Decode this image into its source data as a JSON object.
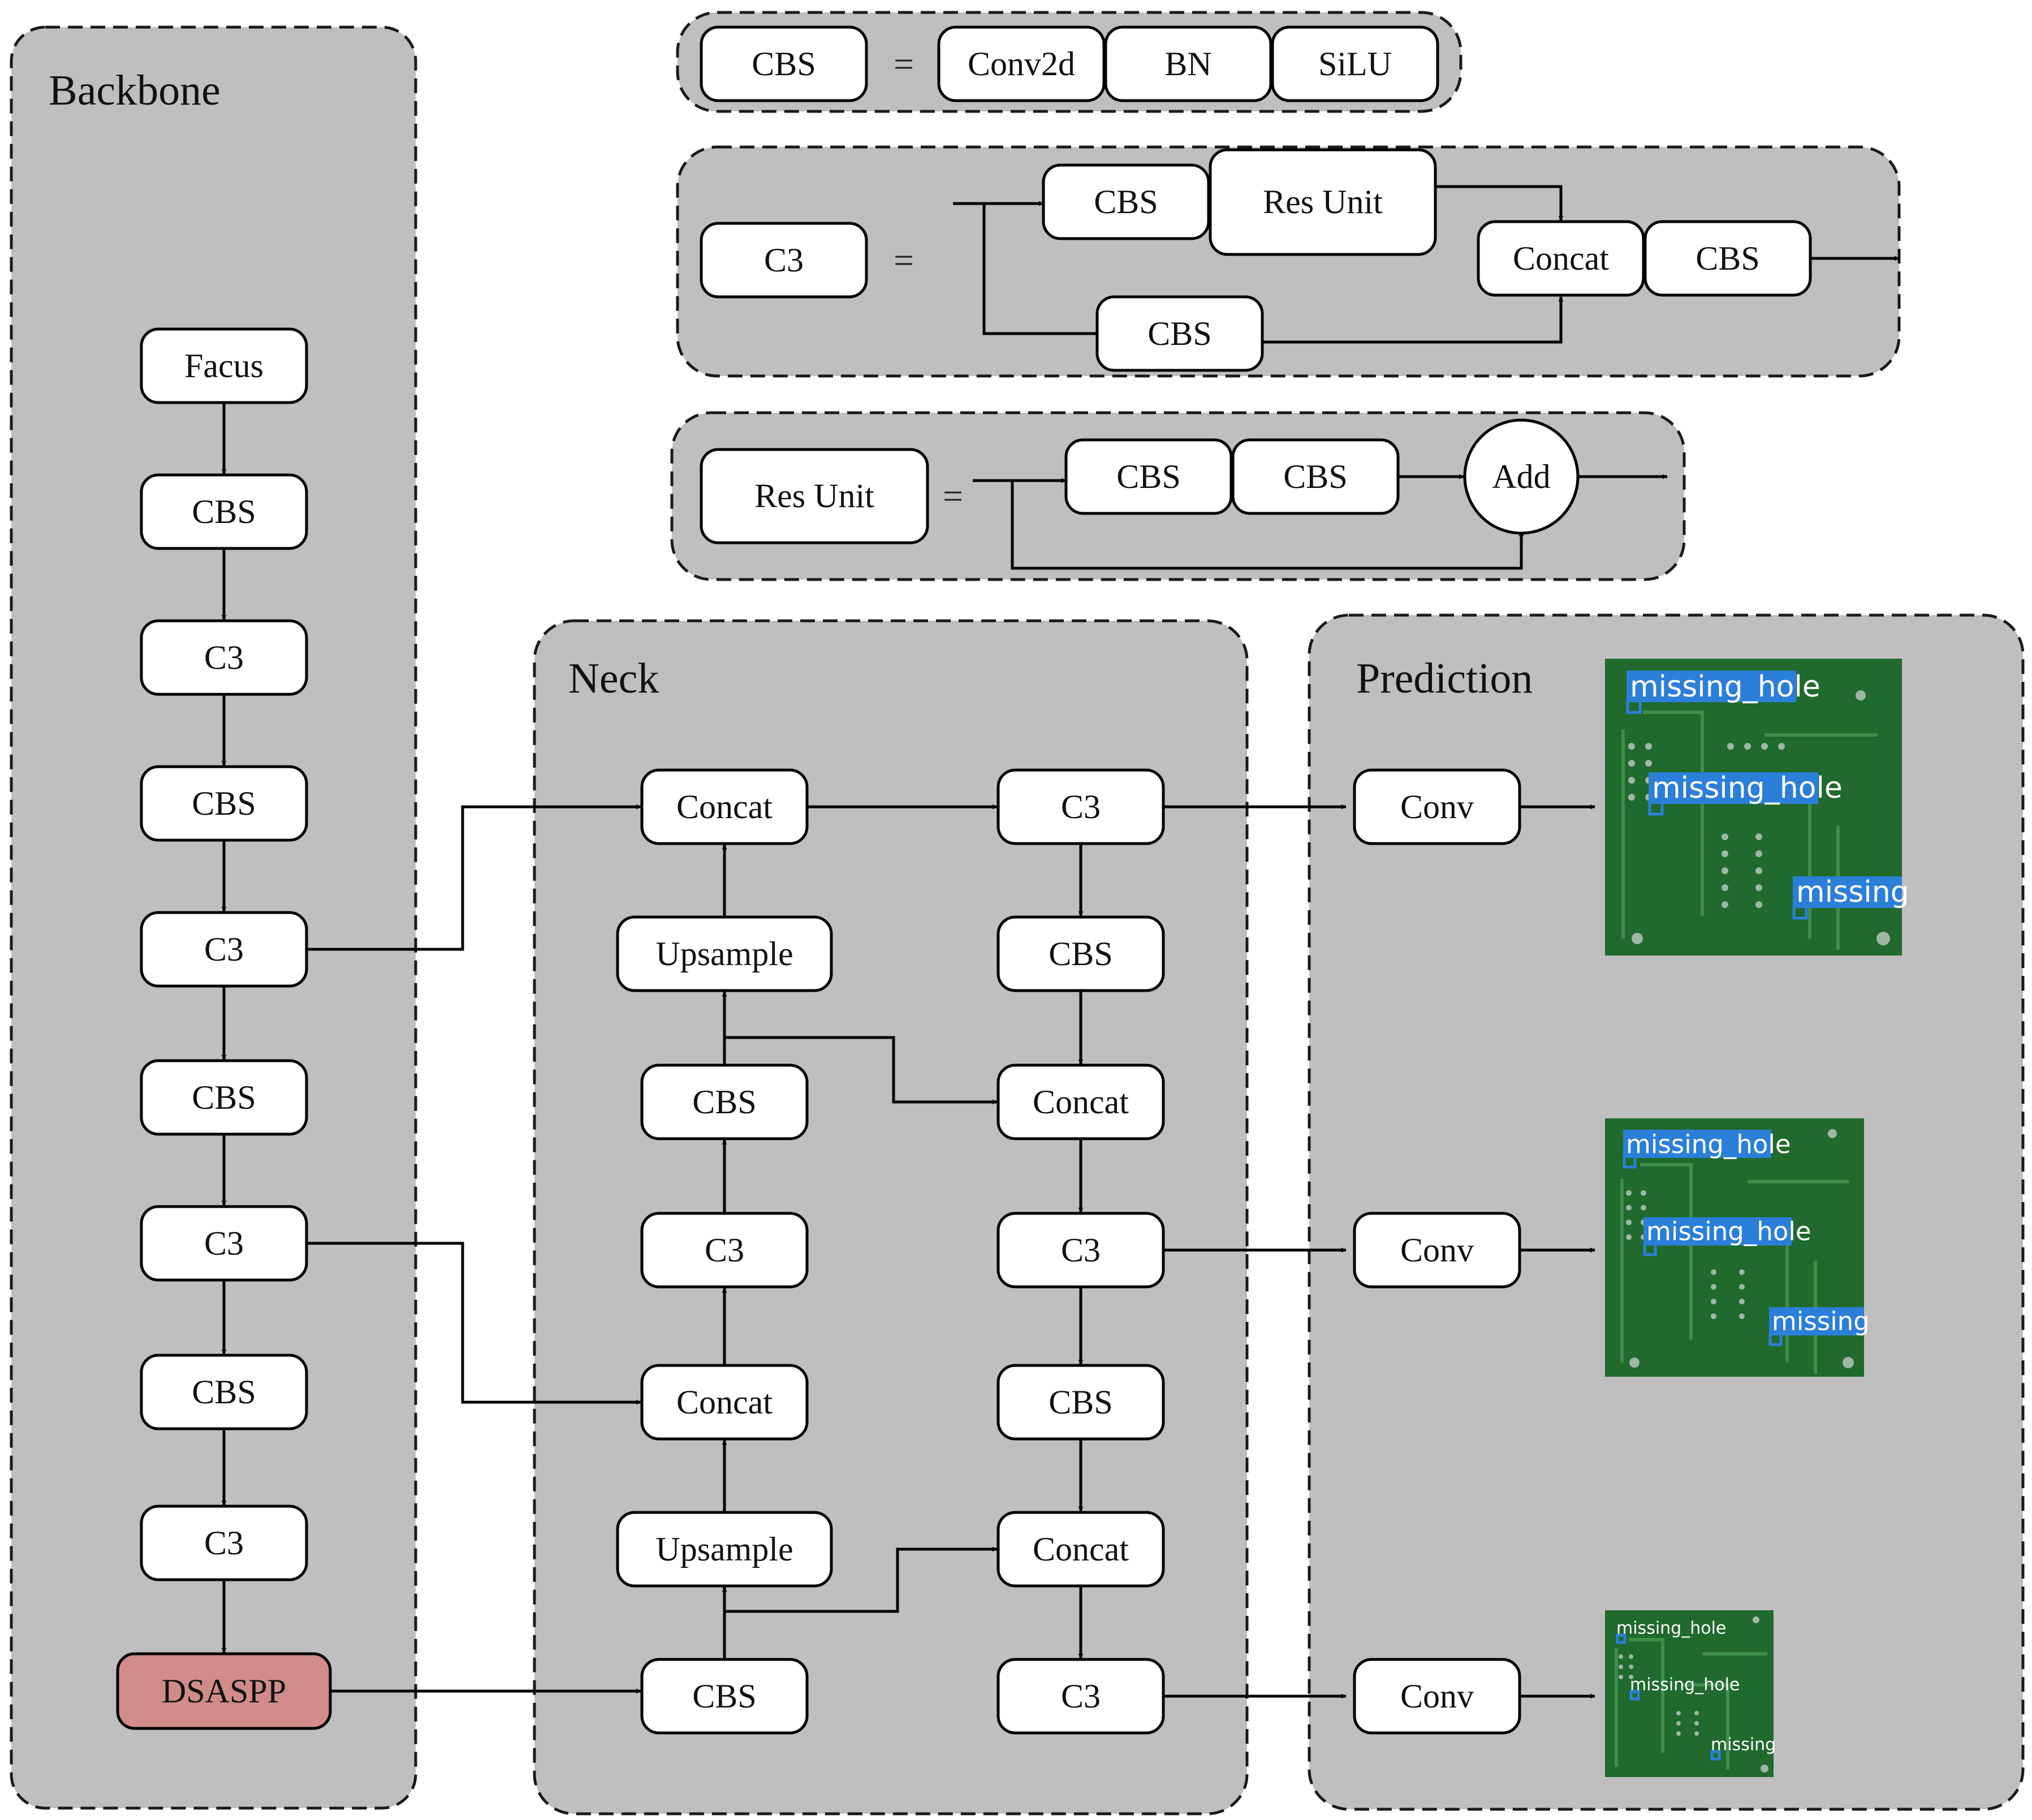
{
  "panels": {
    "backbone_title": "Backbone",
    "neck_title": "Neck",
    "prediction_title": "Prediction"
  },
  "definitions": {
    "cbs": {
      "name": "CBS",
      "equals": "=",
      "parts": [
        "Conv2d",
        "BN",
        "SiLU"
      ]
    },
    "c3": {
      "name": "C3",
      "equals": "=",
      "branch_top": [
        "CBS",
        "Res Unit"
      ],
      "branch_bottom": "CBS",
      "merge": "Concat",
      "tail": "CBS"
    },
    "res_unit": {
      "name": "Res Unit",
      "equals": "=",
      "blocks": [
        "CBS",
        "CBS"
      ],
      "merge": "Add"
    }
  },
  "backbone": [
    "Facus",
    "CBS",
    "C3",
    "CBS",
    "C3",
    "CBS",
    "C3",
    "CBS",
    "C3",
    "DSASPP"
  ],
  "neck": {
    "left_column": [
      "Concat",
      "Upsample",
      "CBS",
      "C3",
      "Concat",
      "Upsample",
      "CBS"
    ],
    "right_column": [
      "C3",
      "CBS",
      "Concat",
      "C3",
      "CBS",
      "Concat",
      "C3"
    ]
  },
  "prediction": {
    "heads": [
      "Conv",
      "Conv",
      "Conv"
    ],
    "detection_label": "missing_hole",
    "detection_label_cropped": "missing"
  },
  "colors": {
    "panel_fill": "#bfbfbf",
    "box_fill": "#ffffff",
    "highlight_fill": "#d18b89",
    "pcb_green": "#1f6a2c",
    "detection_blue": "#2b7fd9"
  }
}
